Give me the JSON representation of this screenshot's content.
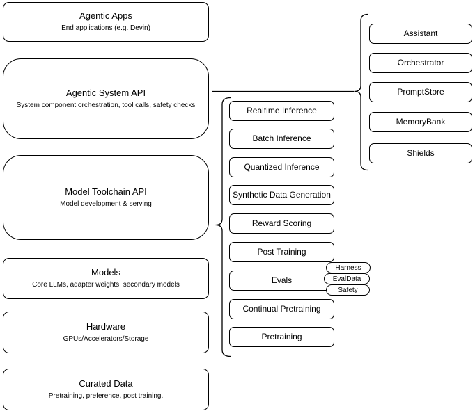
{
  "diagram": {
    "left_column": {
      "items": [
        {
          "title": "Agentic Apps",
          "subtitle": "End applications (e.g. Devin)"
        },
        {
          "title": "Agentic System API",
          "subtitle": "System component orchestration, tool calls, safety checks"
        },
        {
          "title": "Model Toolchain API",
          "subtitle": "Model development & serving"
        },
        {
          "title": "Models",
          "subtitle": "Core LLMs, adapter weights, secondary models"
        },
        {
          "title": "Hardware",
          "subtitle": "GPUs/Accelerators/Storage"
        },
        {
          "title": "Curated Data",
          "subtitle": "Pretraining, preference, post training."
        }
      ]
    },
    "toolchain_column": {
      "items": [
        "Realtime Inference",
        "Batch Inference",
        "Quantized Inference",
        "Synthetic Data Generation",
        "Reward Scoring",
        "Post Training",
        "Evals",
        "Continual Pretraining",
        "Pretraining"
      ]
    },
    "evals_tags": [
      "Harness",
      "EvalData",
      "Safety"
    ],
    "system_components_column": {
      "items": [
        "Assistant",
        "Orchestrator",
        "PromptStore",
        "MemoryBank",
        "Shields"
      ]
    },
    "colors": {
      "background": "#ffffff",
      "box_fill": "#ffffff",
      "box_border": "#000000",
      "text": "#000000"
    }
  }
}
